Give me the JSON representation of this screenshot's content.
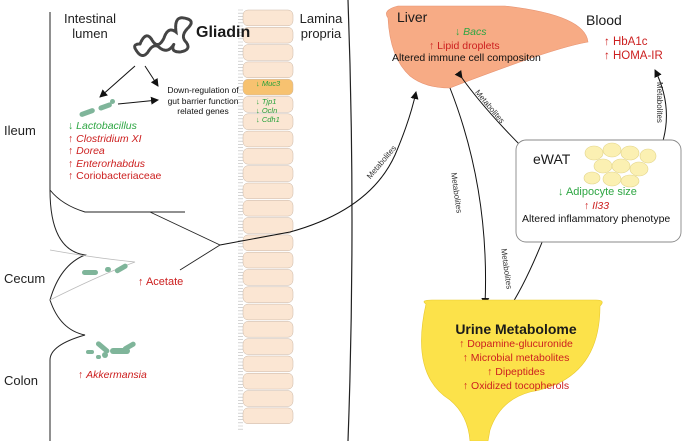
{
  "headers": {
    "intestinal_lumen": "Intestinal\nlumen",
    "gliadin": "Gliadin",
    "lamina_propria": "Lamina\npropria",
    "liver": "Liver",
    "blood": "Blood",
    "ewat": "eWAT",
    "urine": "Urine Metabolome"
  },
  "sections": {
    "ileum": "Ileum",
    "cecum": "Cecum",
    "colon": "Colon"
  },
  "downregulation_note": "Down-regulation of\ngut barrier function\nrelated genes",
  "genes": {
    "muc3": "↓ Muc3",
    "tjp1": "↓ Tjp1",
    "ocln": "↓ Ocln",
    "cdh1": "↓ Cdh1"
  },
  "ileum_bacteria": [
    {
      "arrow": "↓",
      "name": "Lactobacillus",
      "italic": true,
      "color": "green"
    },
    {
      "arrow": "↑",
      "name": "Clostridium XI",
      "italic": true,
      "color": "red"
    },
    {
      "arrow": "↑",
      "name": "Dorea",
      "italic": true,
      "color": "red"
    },
    {
      "arrow": "↑",
      "name": "Enterorhabdus",
      "italic": true,
      "color": "red"
    },
    {
      "arrow": "↑",
      "name": "Coriobacteriaceae",
      "italic": false,
      "color": "red"
    }
  ],
  "cecum_effect": {
    "arrow": "↑",
    "text": "Acetate"
  },
  "colon_effect": {
    "arrow": "↑",
    "text": "Akkermansia"
  },
  "liver": {
    "bacs": {
      "arrow": "↓",
      "text": "Bacs"
    },
    "lipid": "↑ Lipid droplets",
    "immune": "Altered immune cell compositon"
  },
  "blood": {
    "hba1c": "↑ HbA1c",
    "homa": "↑ HOMA-IR"
  },
  "ewat": {
    "adipocyte": "↓ Adipocyte size",
    "il33": {
      "arrow": "↑",
      "text": "Il33"
    },
    "inflammatory": "Altered inflammatory phenotype"
  },
  "urine": {
    "items": [
      "↑ Dopamine-glucuronide",
      "↑ Microbial metabolites",
      "↑ Dipeptides",
      "↑ Oxidized tocopherols"
    ]
  },
  "arrow_labels": {
    "gut_liver": "Metabolites",
    "liver_ewat": "Metabolites",
    "liver_urine": "Metabolites",
    "ewat_urine": "Metabolites",
    "ewat_blood": "Metabolites"
  },
  "colors": {
    "liver_fill": "#f7ab85",
    "urine_fill": "#fce24a",
    "adipocyte_fill": "#fbf0b2",
    "muc_cell": "#f7c270",
    "crypt_cell": "#fbe6d3",
    "bacteria": "#7fb59a",
    "green_text": "#2ea643",
    "red_text": "#cc1f1f"
  }
}
